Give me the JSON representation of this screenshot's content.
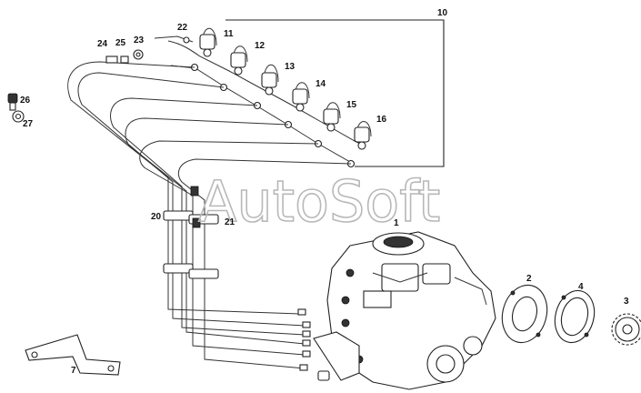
{
  "watermark": "AutoSoft",
  "callouts": [
    {
      "id": "1",
      "label": "1"
    },
    {
      "id": "2",
      "label": "2"
    },
    {
      "id": "3",
      "label": "3"
    },
    {
      "id": "4",
      "label": "4"
    },
    {
      "id": "7",
      "label": "7"
    },
    {
      "id": "10",
      "label": "10"
    },
    {
      "id": "11",
      "label": "11"
    },
    {
      "id": "12",
      "label": "12"
    },
    {
      "id": "13",
      "label": "13"
    },
    {
      "id": "14",
      "label": "14"
    },
    {
      "id": "15",
      "label": "15"
    },
    {
      "id": "16",
      "label": "16"
    },
    {
      "id": "20",
      "label": "20"
    },
    {
      "id": "21",
      "label": "21"
    },
    {
      "id": "22",
      "label": "22"
    },
    {
      "id": "23",
      "label": "23"
    },
    {
      "id": "24",
      "label": "24"
    },
    {
      "id": "25",
      "label": "25"
    },
    {
      "id": "26",
      "label": "26"
    },
    {
      "id": "27",
      "label": "27"
    }
  ],
  "colors": {
    "ink": "#222222",
    "watermark": "#b8b8b8",
    "background": "#ffffff"
  }
}
